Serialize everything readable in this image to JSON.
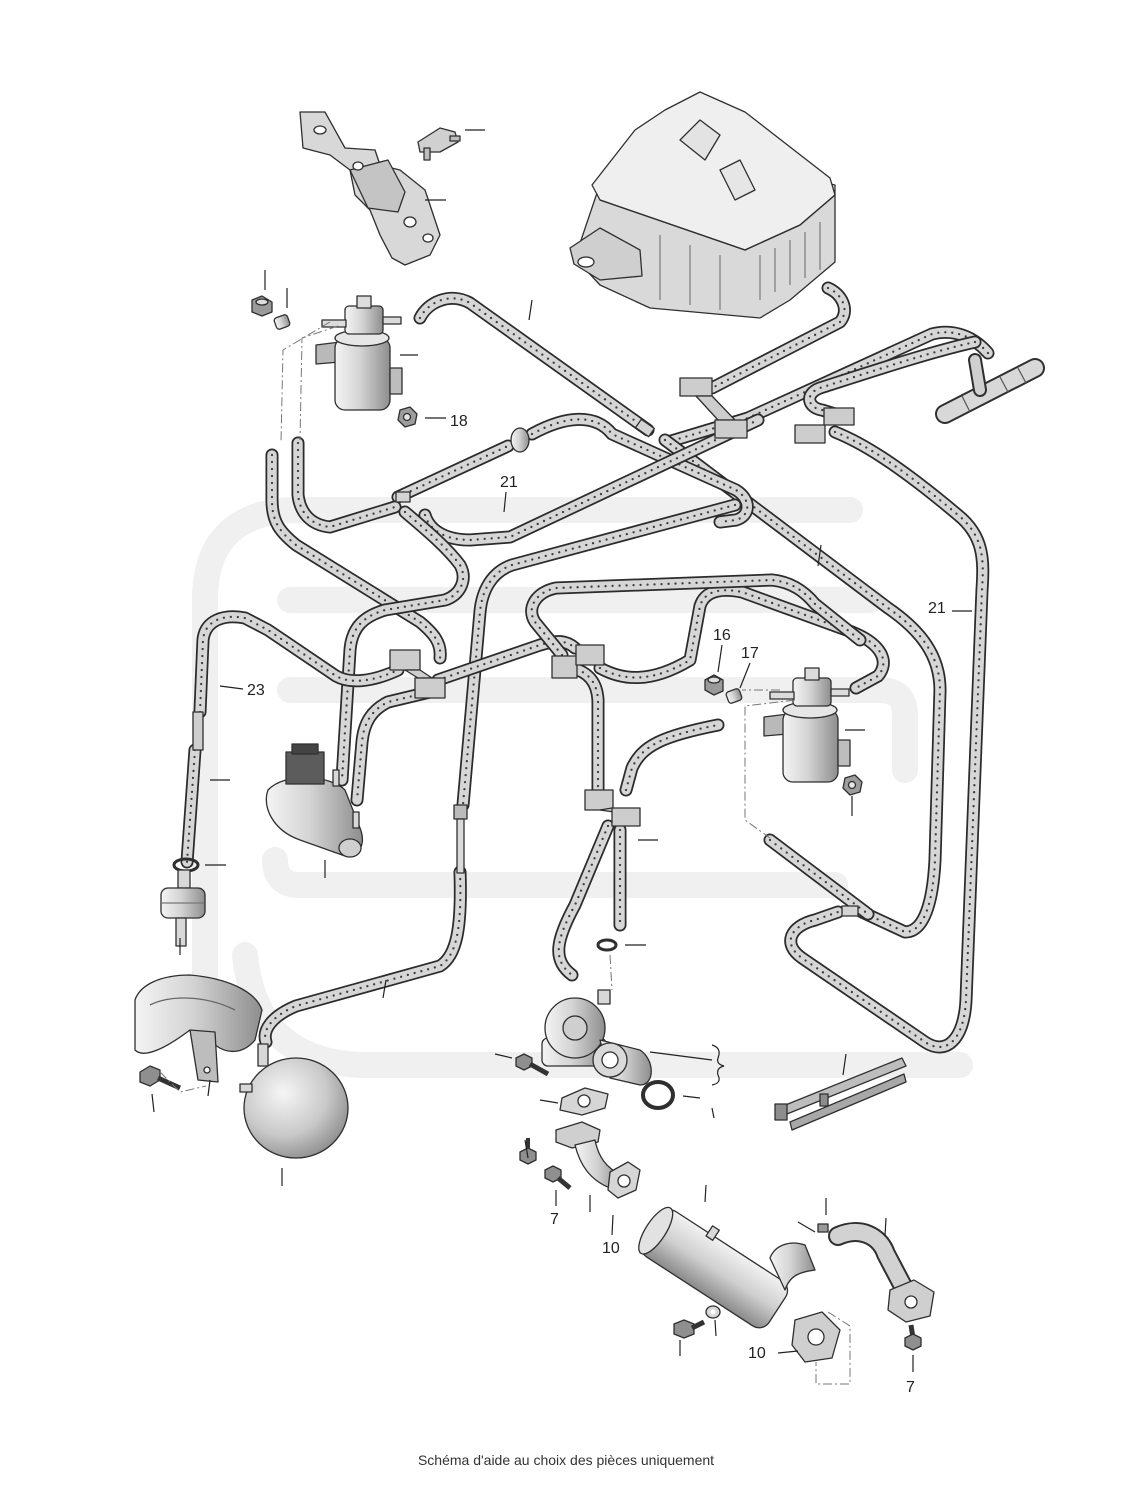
{
  "diagram": {
    "callouts": {
      "n18": "18",
      "n21_center": "21",
      "n21_right": "21",
      "n23": "23",
      "n16": "16",
      "n17": "17",
      "n7_left": "7",
      "n7_right": "7",
      "n10_left": "10",
      "n10_right": "10"
    },
    "colors": {
      "hose_fill": "#d6d6d6",
      "outline": "#2b2b2b",
      "watermark": "#f0f0f0"
    }
  },
  "caption": "Schéma d'aide au choix des pièces uniquement"
}
